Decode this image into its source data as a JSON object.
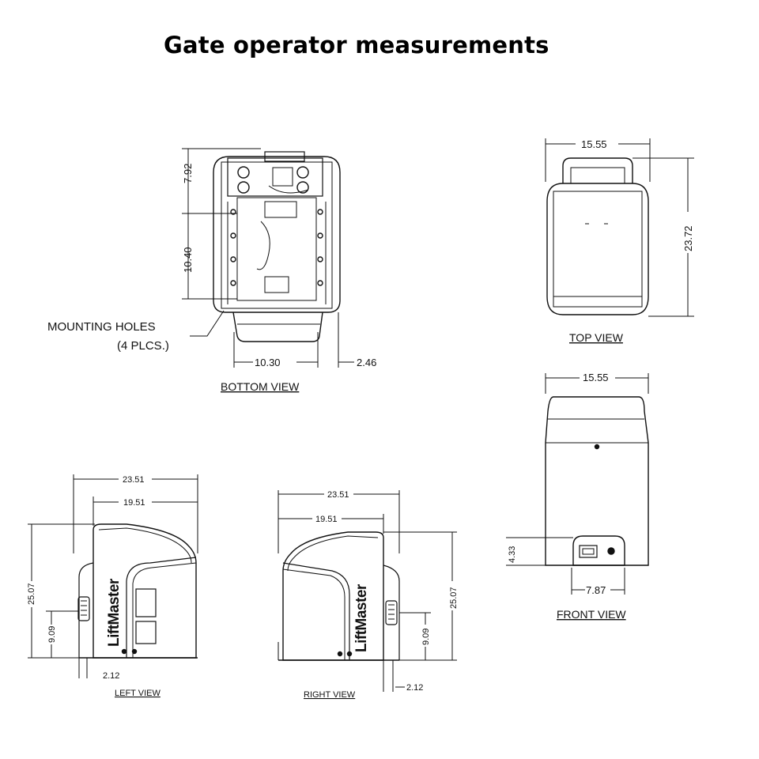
{
  "title": "Gate operator measurements",
  "brand": "LiftMaster",
  "views": {
    "bottom": {
      "caption": "BOTTOM VIEW",
      "dim_top_vertical": "7.92",
      "dim_mid_vertical": "10.40",
      "dim_width": "10.30",
      "dim_offset": "2.46",
      "note_line1": "MOUNTING HOLES",
      "note_line2": "(4 PLCS.)"
    },
    "top": {
      "caption": "TOP VIEW",
      "dim_width": "15.55",
      "dim_height": "23.72"
    },
    "front": {
      "caption": "FRONT VIEW",
      "dim_width": "15.55",
      "dim_height": "4.33",
      "dim_port": "7.87"
    },
    "left": {
      "caption": "LEFT VIEW",
      "dim_overall": "23.51",
      "dim_body": "19.51",
      "dim_height": "25.07",
      "dim_low": "9.09",
      "dim_foot": "2.12"
    },
    "right": {
      "caption": "RIGHT VIEW",
      "dim_overall": "23.51",
      "dim_body": "19.51",
      "dim_height": "25.07",
      "dim_low": "9.09",
      "dim_foot": "2.12"
    }
  }
}
